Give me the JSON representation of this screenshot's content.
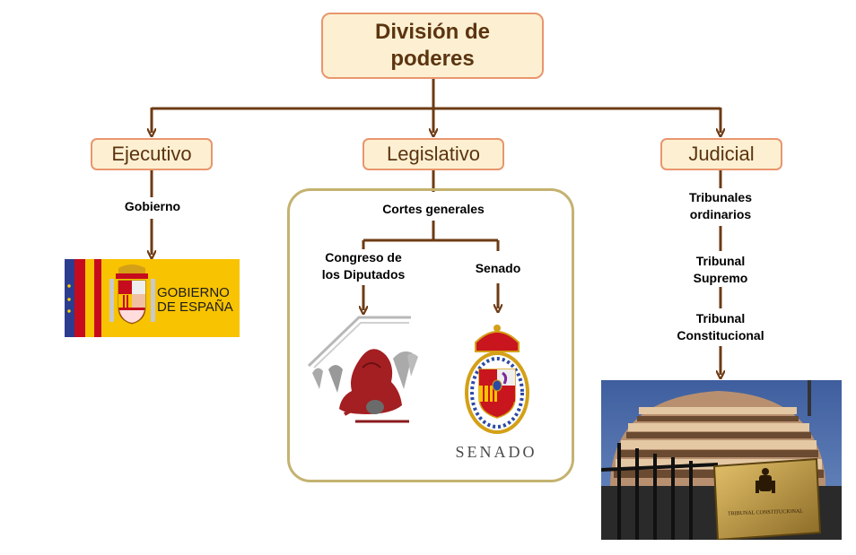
{
  "root": {
    "title": "División de\npoderes"
  },
  "branches": {
    "ejecutivo": {
      "label": "Ejecutivo",
      "body": "Gobierno",
      "logo_text": "GOBIERNO\nDE ESPAÑA"
    },
    "legislativo": {
      "label": "Legislativo",
      "body": "Cortes generales",
      "chambers": [
        "Congreso de\nlos Diputados",
        "Senado"
      ],
      "senado_logo_text": "SENADO"
    },
    "judicial": {
      "label": "Judicial",
      "levels": [
        "Tribunales\nordinarios",
        "Tribunal\nSupremo",
        "Tribunal\nConstitucional"
      ],
      "plaque_text": "TRIBUNAL CONSTITUCIONAL"
    }
  },
  "colors": {
    "box_fill": "#fdf0d2",
    "box_border": "#e8966e",
    "arrow": "#6e3b14",
    "frame": "#c4b270",
    "title_text": "#5b3410"
  }
}
